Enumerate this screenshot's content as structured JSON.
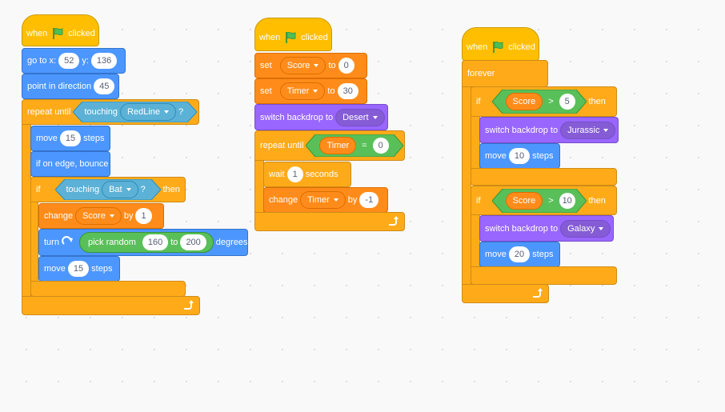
{
  "scripts": [
    {
      "hat": {
        "when": "when",
        "clicked": "clicked",
        "icon": "green-flag-icon"
      },
      "goto": {
        "label_a": "go to x:",
        "x": "52",
        "label_b": "y:",
        "y": "136"
      },
      "point": {
        "label": "point in direction",
        "value": "45"
      },
      "repeat_until": {
        "label": "repeat until",
        "sensor": "touching",
        "target": "RedLine",
        "q": "?"
      },
      "move1": {
        "label": "move",
        "value": "15",
        "unit": "steps"
      },
      "bounce": {
        "label": "if on edge, bounce"
      },
      "if": {
        "label": "if",
        "sensor": "touching",
        "target": "Bat",
        "q": "?",
        "then": "then"
      },
      "change": {
        "label": "change",
        "var": "Score",
        "by": "by",
        "value": "1"
      },
      "turn": {
        "label": "turn",
        "icon": "rotate-right-icon",
        "op": "pick random",
        "from": "160",
        "to_label": "to",
        "to": "200",
        "unit": "degrees"
      },
      "move2": {
        "label": "move",
        "value": "15",
        "unit": "steps"
      },
      "repeat_icon": "repeat-arrow-icon"
    },
    {
      "hat": {
        "when": "when",
        "clicked": "clicked",
        "icon": "green-flag-icon"
      },
      "set1": {
        "label": "set",
        "var": "Score",
        "to": "to",
        "value": "0"
      },
      "set2": {
        "label": "set",
        "var": "Timer",
        "to": "to",
        "value": "30"
      },
      "backdrop": {
        "label": "switch backdrop to",
        "value": "Desert"
      },
      "repeat_until": {
        "label": "repeat until",
        "var": "Timer",
        "op": "=",
        "value": "0"
      },
      "wait": {
        "label": "wait",
        "value": "1",
        "unit": "seconds"
      },
      "change": {
        "label": "change",
        "var": "Timer",
        "by": "by",
        "value": "-1"
      },
      "repeat_icon": "repeat-arrow-icon"
    },
    {
      "hat": {
        "when": "when",
        "clicked": "clicked",
        "icon": "green-flag-icon"
      },
      "forever": {
        "label": "forever"
      },
      "if1": {
        "label": "if",
        "var": "Score",
        "op": ">",
        "value": "5",
        "then": "then"
      },
      "backdrop1": {
        "label": "switch backdrop to",
        "value": "Jurassic"
      },
      "move1": {
        "label": "move",
        "value": "10",
        "unit": "steps"
      },
      "if2": {
        "label": "if",
        "var": "Score",
        "op": ">",
        "value": "10",
        "then": "then"
      },
      "backdrop2": {
        "label": "switch backdrop to",
        "value": "Galaxy"
      },
      "move2": {
        "label": "move",
        "value": "20",
        "unit": "steps"
      },
      "repeat_icon": "repeat-arrow-icon"
    }
  ],
  "colors": {
    "events": "#ffbf00",
    "motion": "#4c97ff",
    "control": "#ffab19",
    "variables": "#ff8c1a",
    "looks": "#9966ff",
    "sensing": "#5cb1d6",
    "operators": "#59c059"
  }
}
